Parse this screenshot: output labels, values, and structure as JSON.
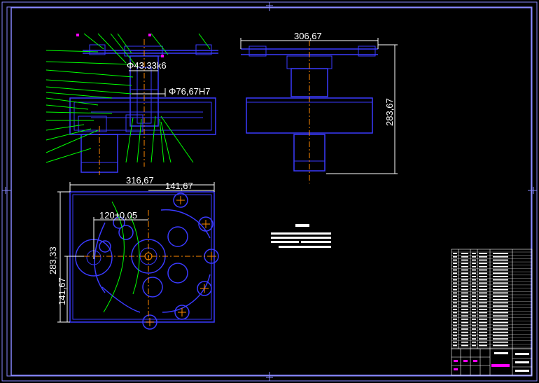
{
  "drawing": {
    "background": "#000000",
    "colors": {
      "frame": "#8888ff",
      "outline": "#3a3aff",
      "leader": "#00ff00",
      "center": "#ff8800",
      "text": "#ffffff",
      "part_marker": "#ff00ff"
    },
    "dimensions": {
      "shaft_fit": "Φ43.33k6",
      "bore_fit": "Φ76,67H7",
      "top_width": "306,67",
      "side_height": "283,67",
      "plan_width": "316,67",
      "plan_half_width": "141,67",
      "plan_height": "283,33",
      "plan_half_height": "141,67",
      "center_distance": "120±0,05"
    }
  }
}
